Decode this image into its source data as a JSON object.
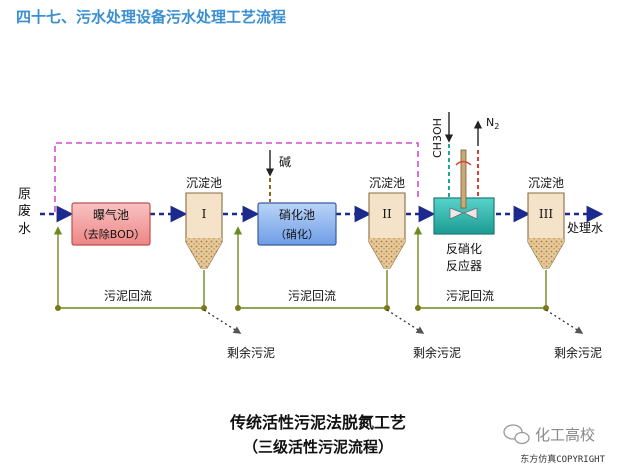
{
  "header": {
    "title": "四十七、污水处理设备污水处理工艺流程"
  },
  "diagram": {
    "inlet_label_line1": "原",
    "inlet_label_line2": "废",
    "inlet_label_line3": "水",
    "outlet_label": "处理水",
    "aeration_tank_line1": "曝气池",
    "aeration_tank_line2": "（去除BOD）",
    "nitrification_tank_line1": "硝化池",
    "nitrification_tank_line2": "（硝化）",
    "denitrification_line1": "反硝化",
    "denitrification_line2": "反应器",
    "settler_label": "沉淀池",
    "settler_1_numeral": "I",
    "settler_2_numeral": "II",
    "settler_3_numeral": "III",
    "alkali_label": "碱",
    "methanol_label": "CH3OH",
    "nitrogen_label": "N",
    "nitrogen_subscript": "2",
    "return_sludge_label": "污泥回流",
    "excess_sludge_label": "剩余污泥",
    "caption_line1": "传统活性污泥法脱氮工艺",
    "caption_line2": "（三级活性污泥流程）"
  },
  "watermark": {
    "brand_text": "化工高校",
    "copyright_text": "东方仿真COPYRIGHT"
  },
  "colors": {
    "title": "#3a8fd0",
    "main_flow": "#1b2a8c",
    "recycle_dashed": "#d44ed4",
    "return_line": "#6e8a1e",
    "return_node": "#7a7a1a",
    "aeration_fill": "#f29a9a",
    "aeration_stroke": "#c0504d",
    "nitrification_fill": "#8ab4ee",
    "nitrification_stroke": "#3a5a9e",
    "reactor_fill": "#26b8b0",
    "reactor_stroke": "#1b7c78",
    "settler_fill": "#f4e3c8",
    "settler_sludge": "#c79a55",
    "settler_stroke": "#8a6b3f",
    "alkali_line": "#8a6b1e",
    "methanol_line": "#23a591",
    "nitrogen_line": "#d4432f"
  }
}
